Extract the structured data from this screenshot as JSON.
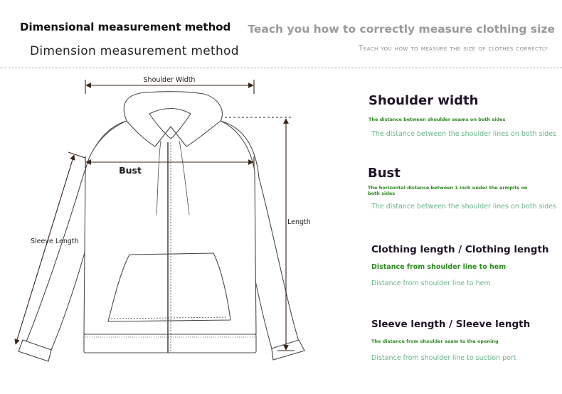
{
  "header": {
    "title_primary": "Dimensional measurement method",
    "title_secondary": "Dimension measurement method",
    "teach_primary": "Teach you how to correctly measure clothing size",
    "teach_secondary": "Teach you how to measure the size of clothes correctly"
  },
  "diagram": {
    "labels": {
      "shoulder": "Shoulder Width",
      "bust": "Bust",
      "length": "Length",
      "sleeve": "Sleeve Length"
    }
  },
  "sections": [
    {
      "title": "Shoulder width",
      "subtitle": "The distance between shoulder seams on both sides",
      "note": "The distance between the shoulder lines on both sides"
    },
    {
      "title": "Bust",
      "subtitle": "The horizontal distance between 1 inch under the armpits on both sides",
      "note": "The distance between the shoulder lines on both sides"
    },
    {
      "title": "Clothing length / Clothing length",
      "subtitle": "Distance from shoulder line to hem",
      "note": "Distance from shoulder line to hem"
    },
    {
      "title": "Sleeve length / Sleeve length",
      "subtitle": "The distance from shoulder seam to the opening",
      "note": "Distance from shoulder line to suction port"
    }
  ],
  "colors": {
    "title": "#1e1428",
    "subtitle_green": "#2c8a1e",
    "note_green": "#68b488",
    "line": "#4a4a4a",
    "arrow": "#3a2418"
  }
}
